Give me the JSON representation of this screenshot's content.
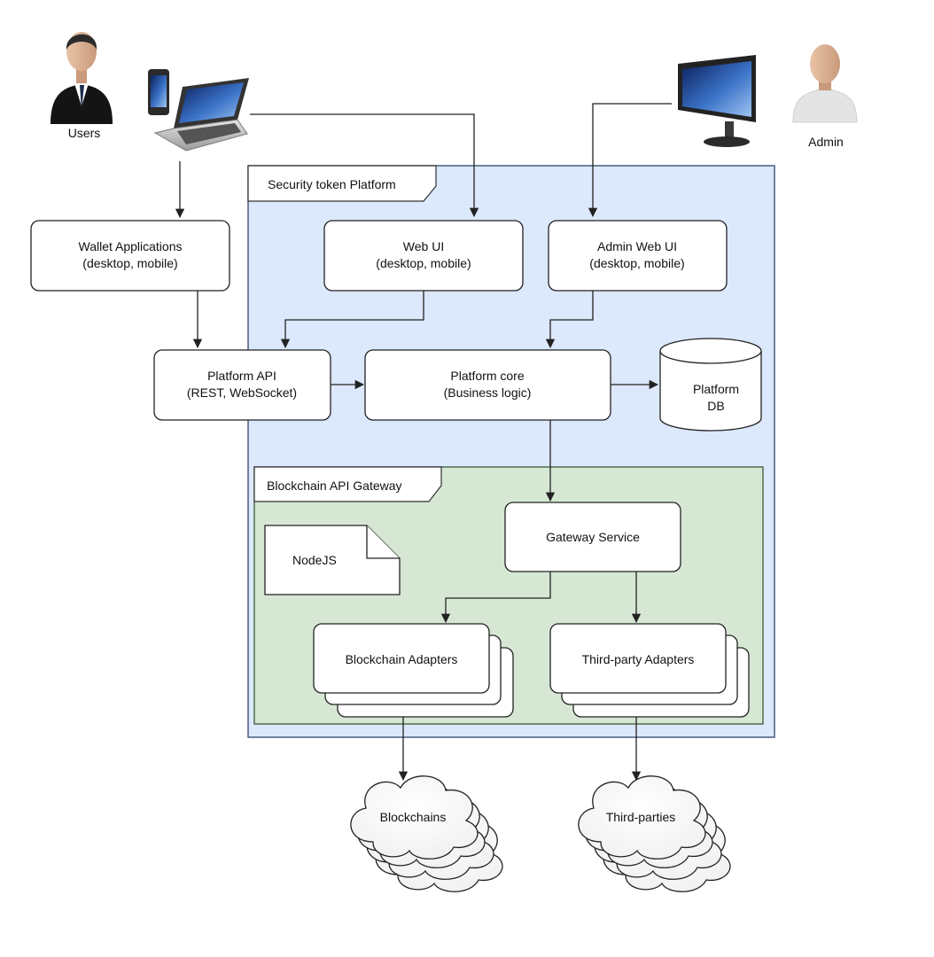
{
  "actors": {
    "users": "Users",
    "admin": "Admin"
  },
  "containers": {
    "platform": "Security token Platform",
    "gateway": "Blockchain API Gateway"
  },
  "nodes": {
    "wallet": {
      "line1": "Wallet Applications",
      "line2": "(desktop, mobile)"
    },
    "web_ui": {
      "line1": "Web UI",
      "line2": "(desktop, mobile)"
    },
    "admin_web_ui": {
      "line1": "Admin Web UI",
      "line2": "(desktop, mobile)"
    },
    "platform_api": {
      "line1": "Platform API",
      "line2": "(REST, WebSocket)"
    },
    "platform_core": {
      "line1": "Platform core",
      "line2": "(Business logic)"
    },
    "platform_db": {
      "line1": "Platform",
      "line2": "DB"
    },
    "gateway_service": "Gateway Service",
    "nodejs_note": "NodeJS",
    "blockchain_adapters": "Blockchain Adapters",
    "third_party_adapters": "Third-party Adapters",
    "blockchains": "Blockchains",
    "third_parties": "Third-parties"
  },
  "colors": {
    "platform_fill": "#dce8fb",
    "platform_stroke": "#4a5a80",
    "gateway_fill": "#d6e8d4",
    "gateway_stroke": "#4f6e4f"
  },
  "icons": [
    "user-icon",
    "mobile-phone-icon",
    "laptop-icon",
    "monitor-icon",
    "admin-user-icon"
  ]
}
